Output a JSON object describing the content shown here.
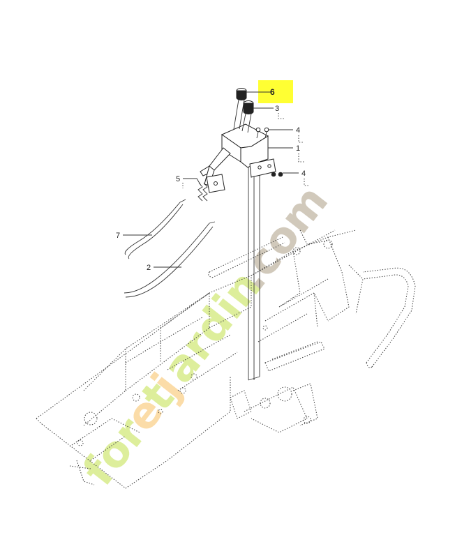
{
  "colors": {
    "highlight": "#ffff33",
    "watermark_green": "#d8ec8a",
    "watermark_orange": "#fbd69a",
    "watermark_grey": "#c9c0b0"
  },
  "watermark": {
    "text": "foretjardin.com"
  },
  "callouts": {
    "c6": "6",
    "c3": "3",
    "c4a": "4",
    "c1": "1",
    "c4b": "4",
    "c5": "5",
    "c7": "7",
    "c2": "2"
  }
}
